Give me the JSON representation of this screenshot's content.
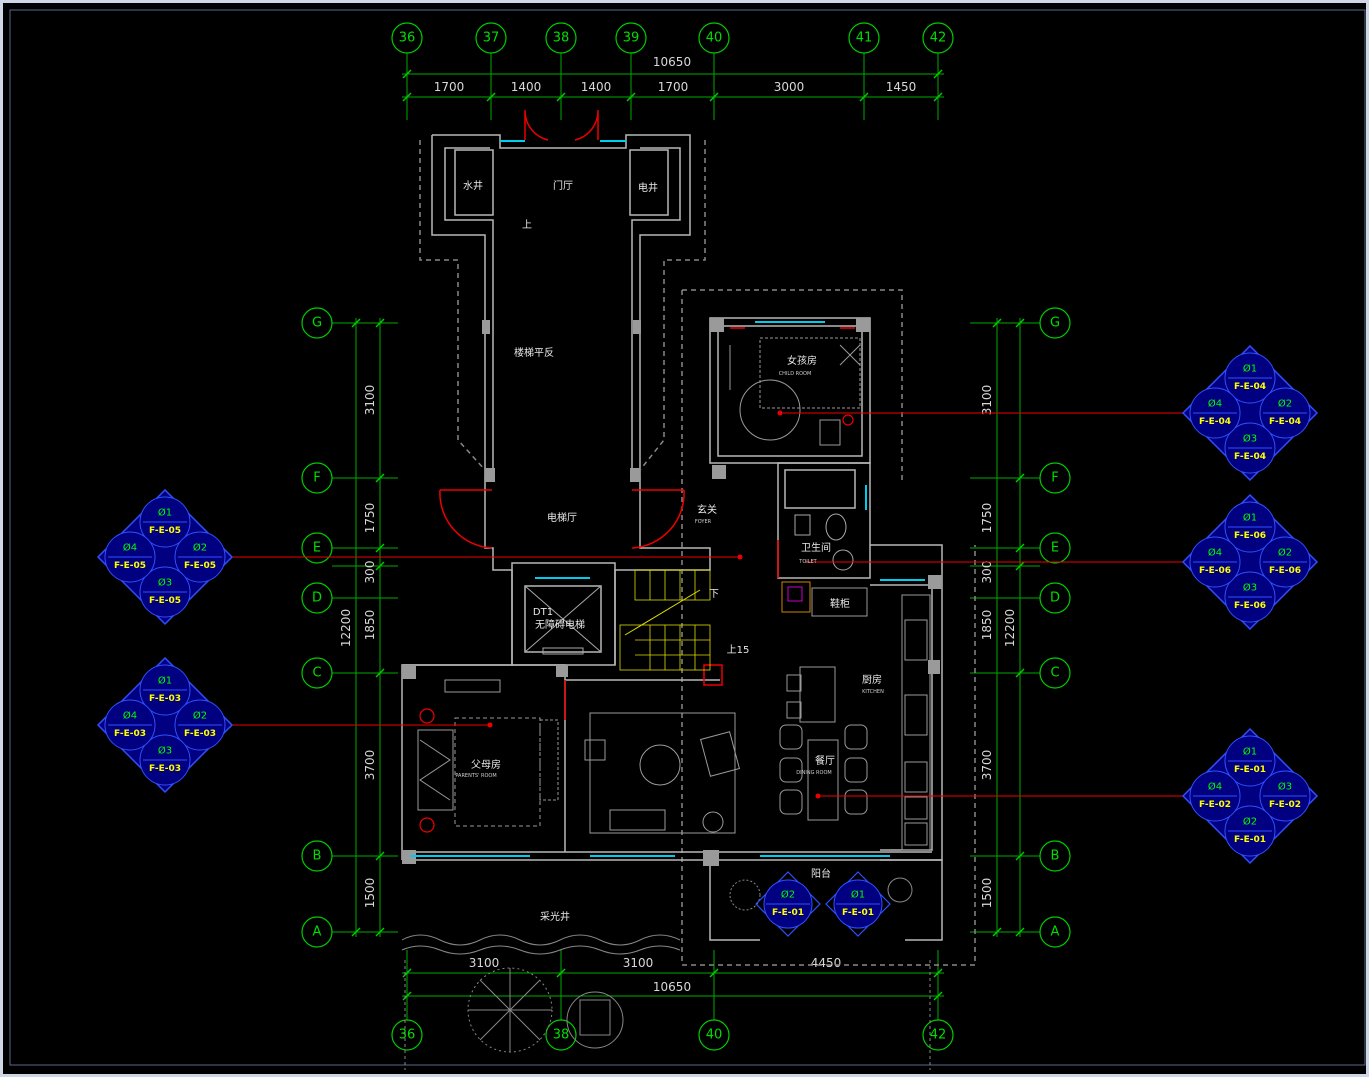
{
  "colors": {
    "background": "#000000",
    "grid": "#00cc00",
    "wall": "#b8b8b8",
    "window": "#00ccee",
    "door": "#ee0000",
    "tag_fill": "#000080",
    "tag_stroke": "#3050ff",
    "tag_number": "#00ff00",
    "tag_ref": "#ffff00",
    "stair": "#dddd00"
  },
  "grid": {
    "top_columns": [
      "36",
      "37",
      "38",
      "39",
      "40",
      "41",
      "42"
    ],
    "bottom_columns": [
      "36",
      "38",
      "40",
      "42"
    ],
    "rows": [
      "G",
      "F",
      "E",
      "D",
      "C",
      "B",
      "A"
    ]
  },
  "dimensions": {
    "top_total": "10650",
    "top_segments": [
      "1700",
      "1400",
      "1400",
      "1700",
      "3000",
      "1450"
    ],
    "bottom_segments": [
      "3100",
      "3100",
      "4450"
    ],
    "bottom_total": "10650",
    "left_total": "12200",
    "right_total": "12200",
    "side_segments": [
      "3100",
      "1750",
      "300",
      "1850",
      "3700",
      "1500"
    ]
  },
  "rooms": {
    "water_shaft": "水井",
    "vestibule": "门厅",
    "electric_shaft": "电井",
    "stair_up_top": "上",
    "stair_platform": "楼梯平反",
    "child_room": "女孩房",
    "child_room_en": "CHILD ROOM",
    "elevator_hall": "电梯厅",
    "foyer": "玄关",
    "foyer_en": "FOYER",
    "bathroom": "卫生间",
    "bathroom_en": "TOILET",
    "elevator_code": "DT1",
    "elevator": "无障碍电梯",
    "stair_down": "下",
    "stair_up": "上15",
    "cabinet": "鞋柜",
    "kitchen": "厨房",
    "kitchen_en": "KITCHEN",
    "parents_room": "父母房",
    "parents_room_en": "PARENTS' ROOM",
    "dining": "餐厅",
    "dining_en": "DINING ROOM",
    "balcony": "阳台",
    "light_well": "采光井"
  },
  "elevation_tags": [
    {
      "n1": "Ø1",
      "r1": "F-E-04",
      "n2": "Ø2",
      "r2": "F-E-04",
      "n3": "Ø3",
      "r3": "F-E-04",
      "n4": "Ø4",
      "r4": "F-E-04"
    },
    {
      "n1": "Ø1",
      "r1": "F-E-06",
      "n2": "Ø2",
      "r2": "F-E-06",
      "n3": "Ø3",
      "r3": "F-E-06",
      "n4": "Ø4",
      "r4": "F-E-06"
    },
    {
      "n1": "Ø1",
      "r1": "F-E-01",
      "n2": "Ø3",
      "r2": "F-E-02",
      "n3": "Ø2",
      "r3": "F-E-01",
      "n4": "Ø4",
      "r4": "F-E-02"
    },
    {
      "n1": "Ø1",
      "r1": "F-E-05",
      "n2": "Ø2",
      "r2": "F-E-05",
      "n3": "Ø3",
      "r3": "F-E-05",
      "n4": "Ø4",
      "r4": "F-E-05"
    },
    {
      "n1": "Ø1",
      "r1": "F-E-03",
      "n2": "Ø2",
      "r2": "F-E-03",
      "n3": "Ø3",
      "r3": "F-E-03",
      "n4": "Ø4",
      "r4": "F-E-03"
    }
  ],
  "balcony_tags": [
    {
      "num": "Ø2",
      "ref": "F-E-01"
    },
    {
      "num": "Ø1",
      "ref": "F-E-01"
    }
  ]
}
